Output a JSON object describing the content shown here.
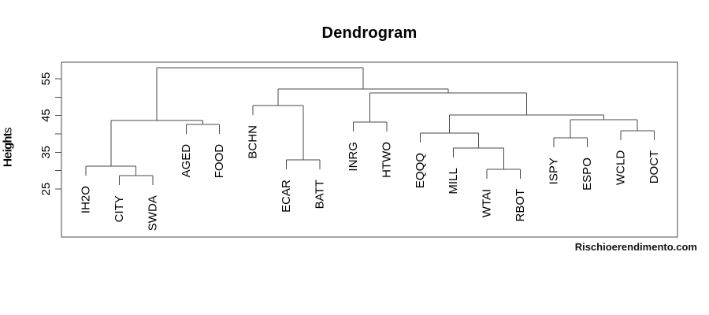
{
  "title": "Dendrogram",
  "watermark": "Rischioerendimento.com",
  "y_axis": {
    "label_primary": "Heights",
    "label_secondary": "Height",
    "ticks": [
      25,
      30,
      35,
      40,
      45,
      50,
      55
    ],
    "tick_labels": [
      "25",
      "35",
      "45",
      "55"
    ],
    "range": [
      22,
      60
    ]
  },
  "colors": {
    "line": "#4a4a4a",
    "text": "#000000",
    "background": "#ffffff"
  },
  "chart_data": {
    "type": "dendrogram",
    "orientation": "vertical",
    "grid": false,
    "title": "Dendrogram",
    "ylabel": "Height",
    "ylim": [
      22,
      60
    ],
    "leaves": [
      "IH2O",
      "CITY",
      "SWDA",
      "AGED",
      "FOOD",
      "BCHN",
      "ECAR",
      "BATT",
      "INRG",
      "HTWO",
      "EQQQ",
      "MILL",
      "WTAI",
      "RBOT",
      "ISPY",
      "ESPO",
      "WCLD",
      "DOCT"
    ],
    "tree": {
      "h": 58.0,
      "c": [
        {
          "h": 43.6,
          "c": [
            {
              "h": 31.2,
              "c": [
                {
                  "leaf": "IH2O"
                },
                {
                  "h": 28.6,
                  "c": [
                    {
                      "leaf": "CITY"
                    },
                    {
                      "leaf": "SWDA"
                    }
                  ]
                }
              ]
            },
            {
              "h": 42.6,
              "c": [
                {
                  "leaf": "AGED"
                },
                {
                  "leaf": "FOOD"
                }
              ]
            }
          ]
        },
        {
          "h": 52.2,
          "c": [
            {
              "h": 47.7,
              "c": [
                {
                  "leaf": "BCHN"
                },
                {
                  "h": 32.9,
                  "c": [
                    {
                      "leaf": "ECAR"
                    },
                    {
                      "leaf": "BATT"
                    }
                  ]
                }
              ]
            },
            {
              "h": 51.1,
              "c": [
                {
                  "h": 43.2,
                  "c": [
                    {
                      "leaf": "INRG"
                    },
                    {
                      "leaf": "HTWO"
                    }
                  ]
                },
                {
                  "h": 45.1,
                  "c": [
                    {
                      "h": 40.2,
                      "c": [
                        {
                          "leaf": "EQQQ"
                        },
                        {
                          "h": 36.1,
                          "c": [
                            {
                              "leaf": "MILL"
                            },
                            {
                              "h": 30.4,
                              "c": [
                                {
                                  "leaf": "WTAI"
                                },
                                {
                                  "leaf": "RBOT"
                                }
                              ]
                            }
                          ]
                        }
                      ]
                    },
                    {
                      "h": 43.9,
                      "c": [
                        {
                          "h": 38.9,
                          "c": [
                            {
                              "leaf": "ISPY"
                            },
                            {
                              "leaf": "ESPO"
                            }
                          ]
                        },
                        {
                          "h": 40.9,
                          "c": [
                            {
                              "leaf": "WCLD"
                            },
                            {
                              "leaf": "DOCT"
                            }
                          ]
                        }
                      ]
                    }
                  ]
                }
              ]
            }
          ]
        }
      ]
    }
  }
}
